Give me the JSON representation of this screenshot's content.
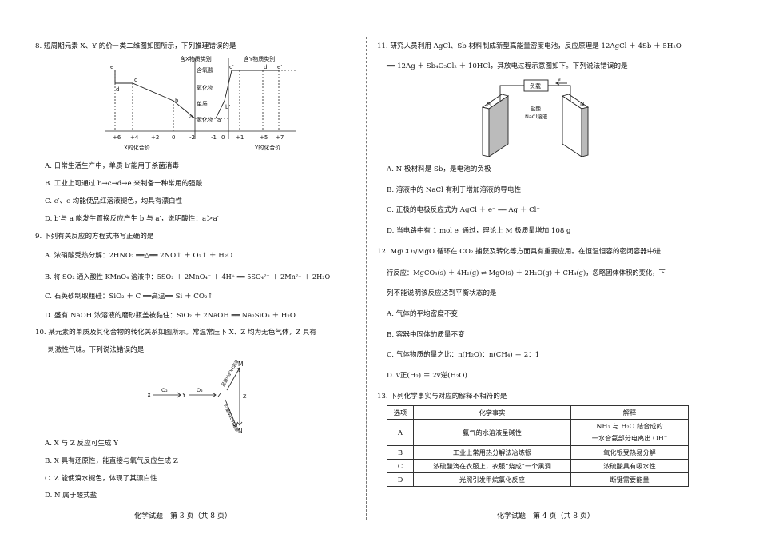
{
  "left": {
    "q8": {
      "stem": "8. 短周期元素 X、Y 的价－类二维图如图所示，下列推理错误的是",
      "fig": {
        "x_top_label": "含X物质类别",
        "y_top_label": "含Y物质类别",
        "categories": [
          "含氧酸",
          "氧化物",
          "单质",
          "氢化物"
        ],
        "x_ticks": [
          "+6",
          "+4",
          "+2",
          "0",
          "-2"
        ],
        "y_ticks": [
          "-1",
          "0",
          "+1",
          "+5",
          "+7"
        ],
        "x_axis_label": "X的化合价",
        "y_axis_label": "Y的化合价",
        "points": [
          "a",
          "b",
          "c",
          "d",
          "e",
          "a'",
          "b'",
          "c'",
          "d'",
          "e'"
        ]
      },
      "options": [
        "A. 日常生活生产中，单质 b′能用于杀菌消毒",
        "B. 工业上可通过 b→c→d→e 来制备一种常用的强酸",
        "C. c′、c 均能使品红溶液褪色，均具有漂白性",
        "D. b′与 a 能发生置换反应产生 b 与 a′，说明酸性：a＞a′"
      ]
    },
    "q9": {
      "stem": "9. 下列有关反应的方程式书写正确的是",
      "options": [
        "A. 浓硝酸受热分解：2HNO₃ ══△══ 2NO↑ ＋ O₂↑ ＋ H₂O",
        "B. 将 SO₂ 通入酸性 KMnO₄ 溶液中：5SO₂ ＋ 2MnO₄⁻ ＋ 4H⁺ ══ 5SO₄²⁻ ＋ 2Mn²⁺ ＋ 2H₂O",
        "C. 石英砂制取粗硅：SiO₂ ＋ C ══高温══ Si ＋ CO₂↑",
        "D. 盛有 NaOH 浓溶液的磨砂瓶盖被黏住：SiO₂ ＋ 2NaOH ══ Na₂SiO₃ ＋ H₂O"
      ]
    },
    "q10": {
      "stem1": "10. 某元素的单质及其化合物的转化关系如图所示。常温常压下 X、Z 均为无色气体，Z 具有",
      "stem2": "刺激性气味。下列说法错误的是",
      "fig": {
        "X": "X",
        "Y": "Y",
        "Z": "Z",
        "M": "M",
        "N": "N",
        "o2a": "O₂",
        "o2b": "O₂",
        "diag1": "足量NaOH溶液",
        "diag2": "少量NaOH溶液"
      },
      "options": [
        "A. X 与 Z 反应可生成 Y",
        "B. X 具有还原性，能直接与氧气反应生成 Z",
        "C. Z 能使溴水褪色，体现了其漂白性",
        "D. N 属于酸式盐"
      ]
    },
    "footer": "化学试题　第 3 页（共 8 页）"
  },
  "right": {
    "q11": {
      "stem1": "11. 研究人员利用 AgCl、Sb 材料制成新型高能量密度电池，反应原理是 12AgCl ＋ 4Sb ＋ 5H₂O",
      "stem2": "══ 12Ag ＋ Sb₄O₅Cl₂ ＋ 10HCl，其放电过程示意图如下。下列说法错误的是",
      "fig": {
        "load": "负载",
        "electron": "e⁻",
        "M": "M",
        "N": "N",
        "sol1": "盐酸",
        "sol2": "NaCl溶液"
      },
      "options": [
        "A. N 极材料是 Sb，是电池的负极",
        "B. 溶液中的 NaCl 有利于增加溶液的导电性",
        "C. 正极的电极反应式为 AgCl ＋ e⁻ ══ Ag ＋ Cl⁻",
        "D. 当电路中有 1 mol e⁻通过，理论上 M 极质量增加 108 g"
      ]
    },
    "q12": {
      "stem1": "12. MgCO₃/MgO 循环在 CO₂ 捕获及转化等方面具有重要应用。在恒温恒容的密闭容器中进",
      "stem2": "行反应：MgCO₃(s) ＋ 4H₂(g) ⇌ MgO(s) ＋ 2H₂O(g) ＋ CH₄(g)，忽略固体体积的变化，下",
      "stem3": "列不能说明该反应达到平衡状态的是",
      "options": [
        "A. 气体的平均密度不变",
        "B. 容器中固体的质量不变",
        "C. 气体物质的量之比：n(H₂O)：n(CH₄) ＝ 2：1",
        "D. v正(H₂) ＝ 2v逆(H₂O)"
      ]
    },
    "q13": {
      "stem": "13. 下列化学事实与对应的解释不相符的是",
      "headers": [
        "选项",
        "化学事实",
        "解释"
      ],
      "rows": [
        [
          "A",
          "氨气的水溶液呈碱性",
          "NH₃ 与 H₂O 结合成的",
          "一水合氨部分电离出 OH⁻"
        ],
        [
          "B",
          "工业上常用热分解法冶炼银",
          "氧化银受热易分解",
          ""
        ],
        [
          "C",
          "浓硫酸滴在衣服上，衣服“烧成”一个黑洞",
          "浓硫酸具有吸水性",
          ""
        ],
        [
          "D",
          "光照引发甲烷氯化反应",
          "断键需要能量",
          ""
        ]
      ]
    },
    "footer": "化学试题　第 4 页（共 8 页）"
  }
}
